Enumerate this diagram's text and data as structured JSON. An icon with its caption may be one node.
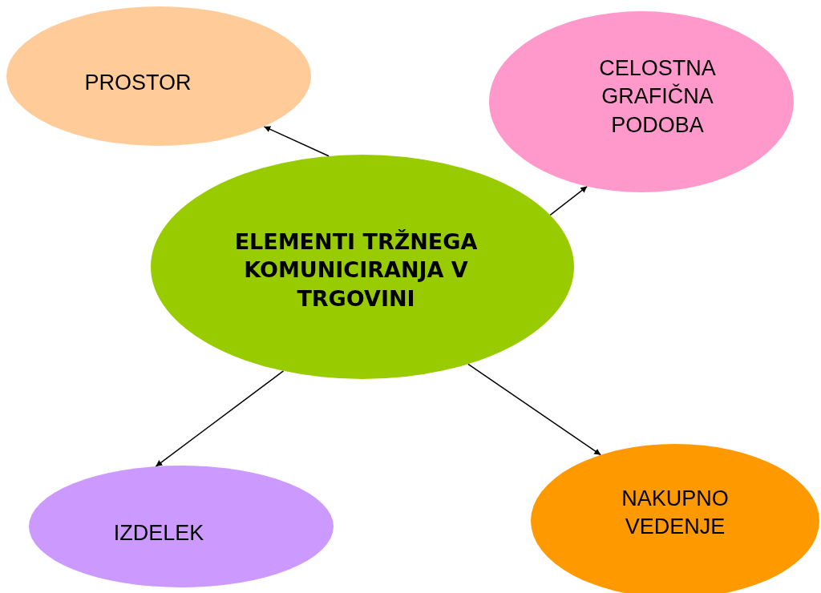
{
  "diagram": {
    "nodes": [
      {
        "text": [
          "ELEMENTI TRŽNEGA KOMUNICIRANJA V TRGOVINI"
        ]
      },
      {
        "text": [
          "PROSTOR"
        ]
      },
      {
        "text": [
          "CELOSTNA GRAFIČNA PODOBA"
        ]
      },
      {
        "text": [
          "IZDELEK"
        ]
      },
      {
        "text": [
          "NAKUPNO VEDENJE"
        ]
      }
    ],
    "edges": [
      {
        "from": 0,
        "to": 1,
        "arrow": "to"
      },
      {
        "from": 0,
        "to": 2,
        "arrow": "to"
      },
      {
        "from": 0,
        "to": 3,
        "arrow": "to"
      },
      {
        "from": 0,
        "to": 4,
        "arrow": "to"
      }
    ]
  }
}
